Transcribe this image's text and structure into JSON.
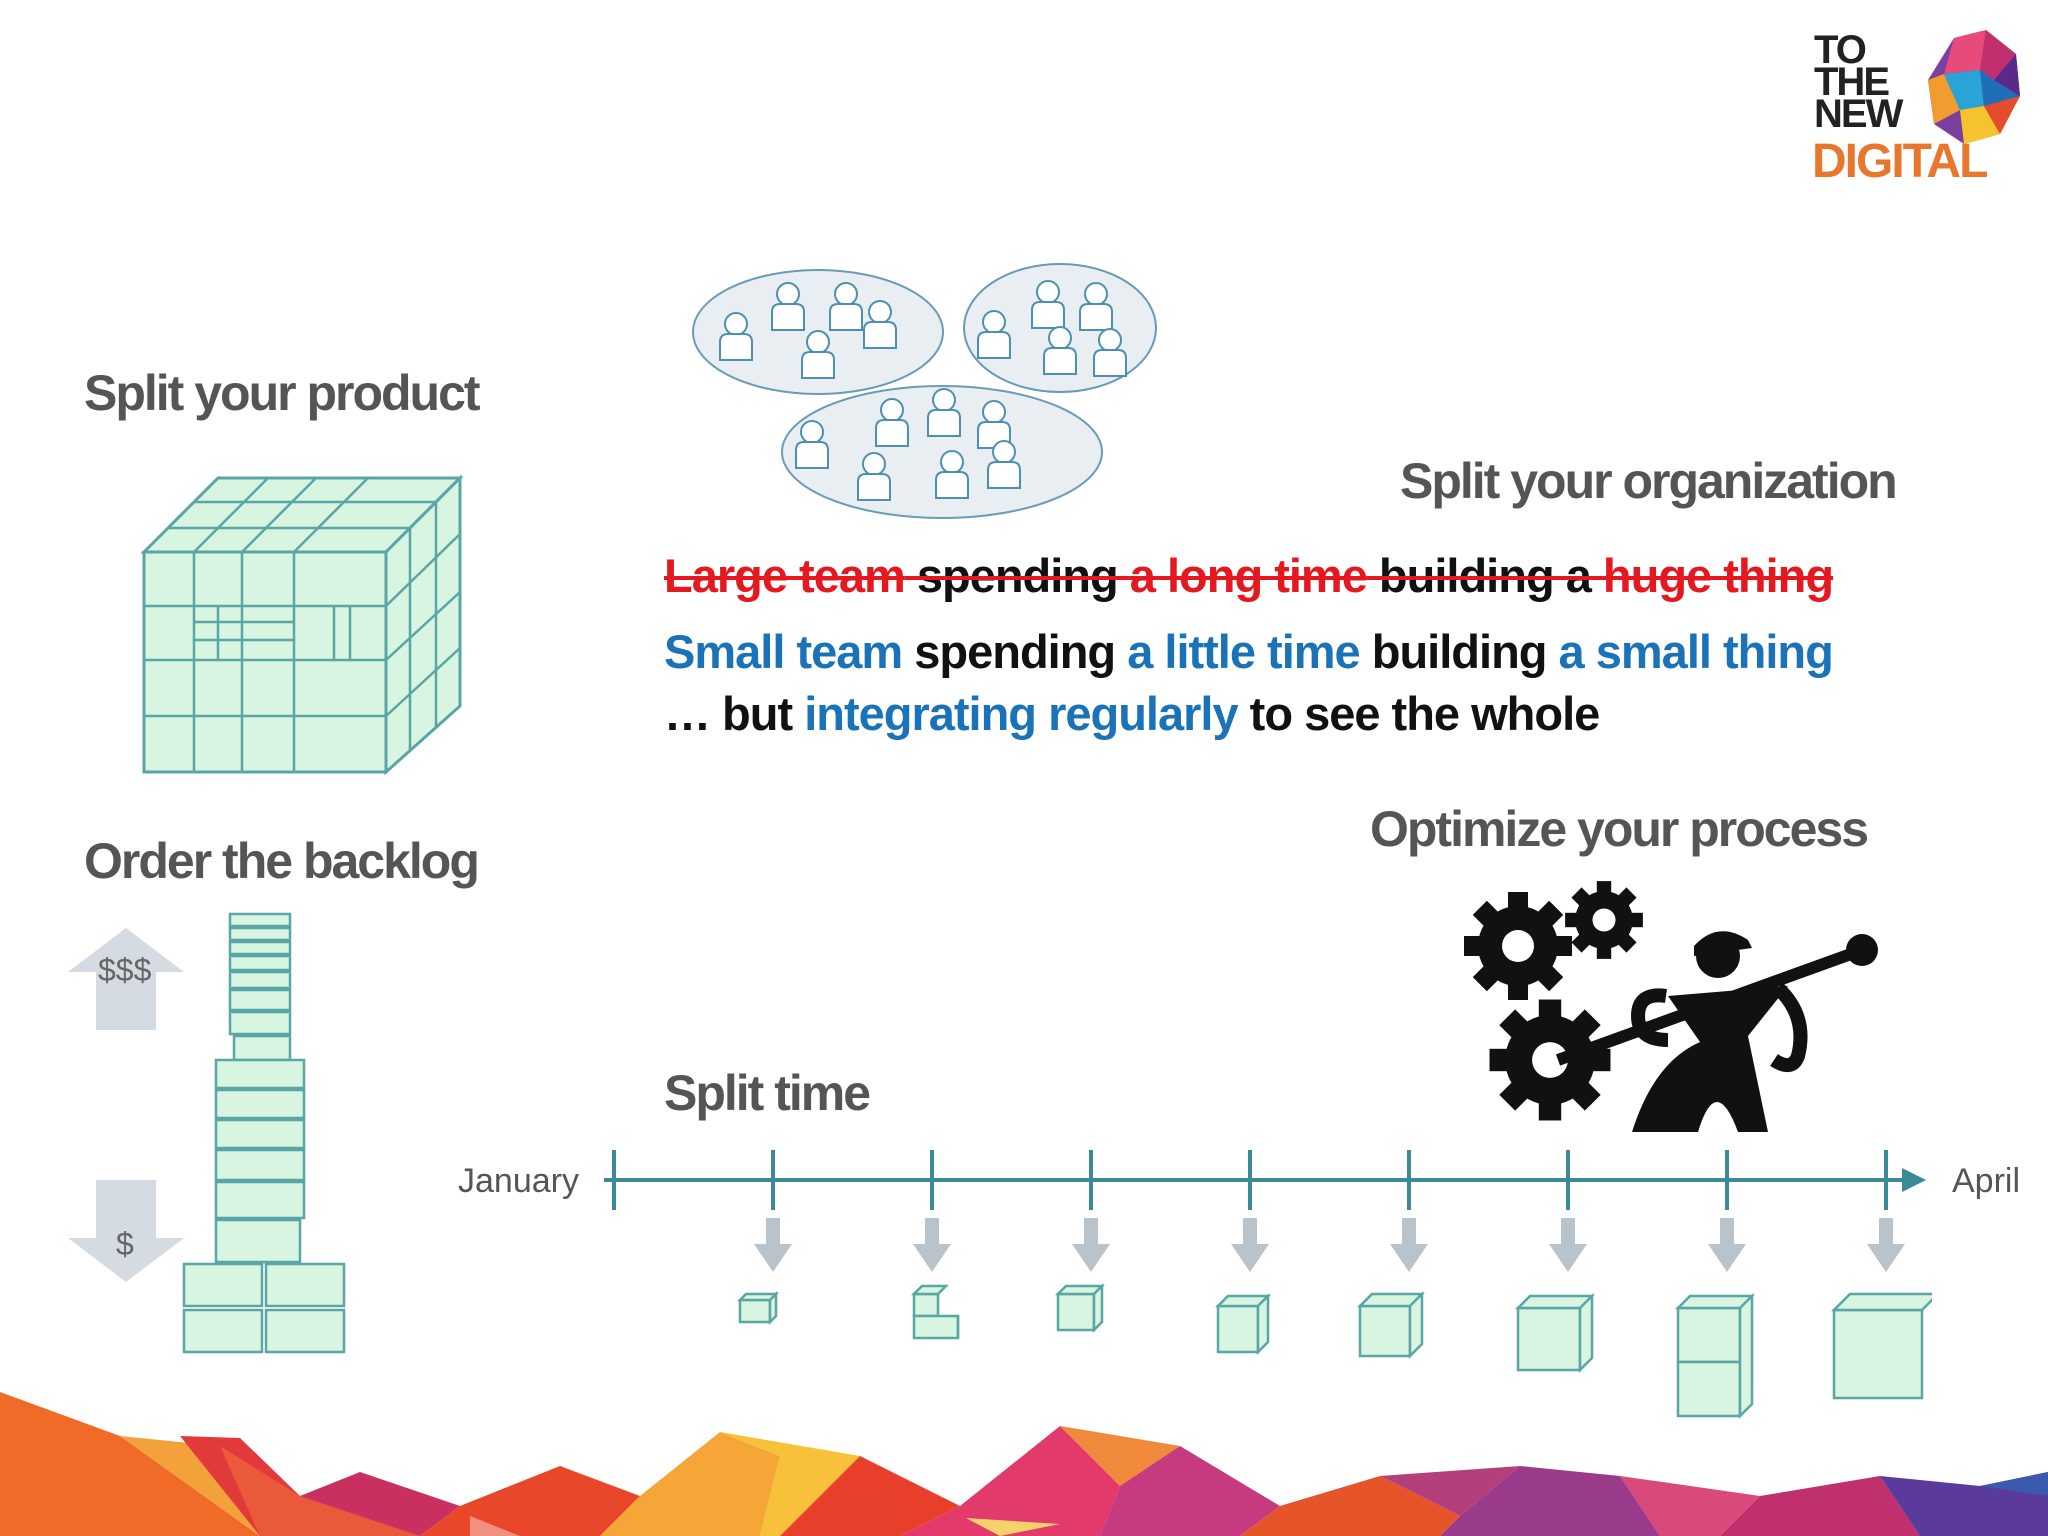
{
  "logo": {
    "line1": "TO",
    "line2": "THE",
    "line3": "NEW",
    "line4": "DIGITAL"
  },
  "headings": {
    "split_product": "Split your product",
    "split_organization": "Split your organization",
    "order_backlog": "Order the backlog",
    "optimize_process": "Optimize your process",
    "split_time": "Split time"
  },
  "statement_old": {
    "part1": "Large team",
    "part2": " spending ",
    "part3": "a long time",
    "part4": " building a ",
    "part5": "huge thing"
  },
  "statement_new": {
    "part1": "Small team",
    "part2": " spending ",
    "part3": "a little time",
    "part4": " building ",
    "part5": "a small thing"
  },
  "statement_integrate": {
    "part1": "… but ",
    "part2": "integrating regularly",
    "part3": " to see the whole"
  },
  "backlog": {
    "high_value": "$$$",
    "low_value": "$"
  },
  "timeline": {
    "start": "January",
    "end": "April"
  },
  "colors": {
    "red": "#e5171f",
    "blue": "#1a73b8",
    "heading_gray": "#555555",
    "cube_fill": "#d7f5e0",
    "cube_stroke": "#5aa5a5",
    "logo_orange": "#e8772e"
  }
}
